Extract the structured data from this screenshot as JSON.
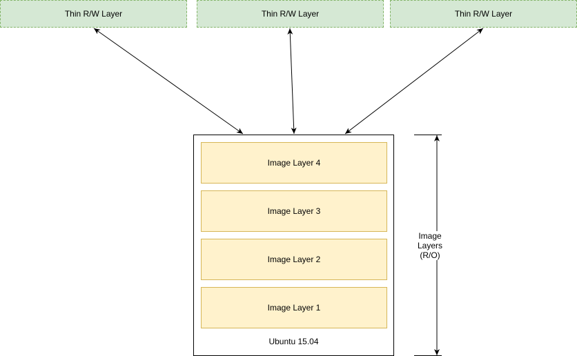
{
  "rw_layers": [
    {
      "label": "Thin R/W Layer"
    },
    {
      "label": "Thin R/W Layer"
    },
    {
      "label": "Thin R/W Layer"
    }
  ],
  "image_layers": [
    {
      "label": "Image Layer 4"
    },
    {
      "label": "Image Layer 3"
    },
    {
      "label": "Image Layer 2"
    },
    {
      "label": "Image Layer 1"
    }
  ],
  "base_image": {
    "label": "Ubuntu 15.04"
  },
  "side_annotation": {
    "line1": "Image",
    "line2": "Layers",
    "line3": "(R/O)"
  },
  "colors": {
    "rw_fill": "#d5e8d4",
    "rw_border": "#82b366",
    "layer_fill": "#fff2cc",
    "layer_border": "#d6b656"
  }
}
